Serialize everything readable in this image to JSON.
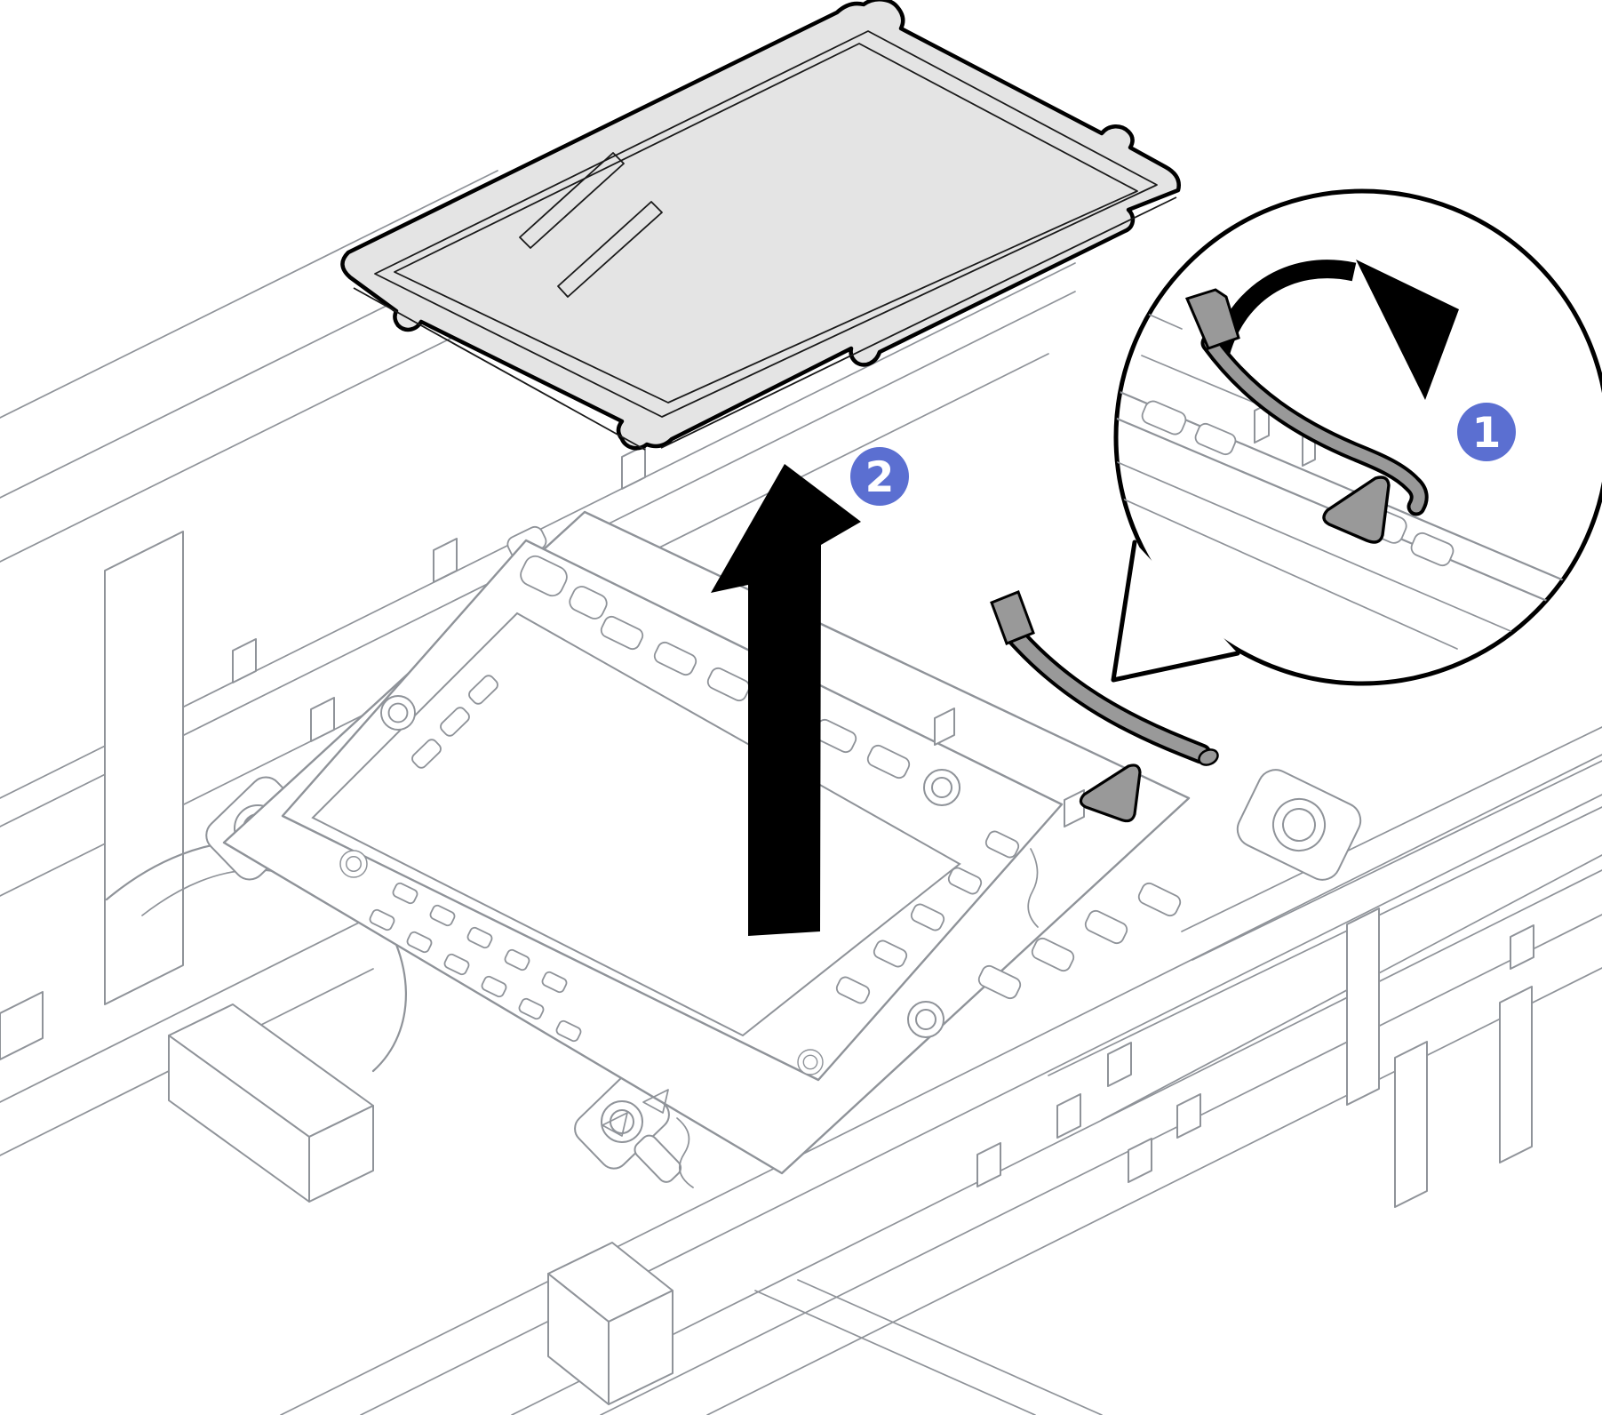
{
  "figure": {
    "kind": "hardware-maintenance-illustration",
    "description": "Isometric technical line-art: open the carrier handle, then lift the processor carrier tray off the socket on the system board",
    "background_color": "#ffffff"
  },
  "colors": {
    "line_art": "#8f9399",
    "outline_black": "#000000",
    "tray_fill": "#e4e4e4",
    "cpu_fill": "#ffffff",
    "handle_fill": "#999999",
    "badge_fill": "#5b6fd1",
    "badge_text": "#ffffff",
    "arrow_fill": "#000000",
    "white": "#ffffff"
  },
  "steps": [
    {
      "id": "step-1",
      "label": "1",
      "action": "rotate-retention-handle-open",
      "icon": "rotate-clockwise-arrow-icon"
    },
    {
      "id": "step-2",
      "label": "2",
      "action": "lift-carrier-tray-up",
      "icon": "up-arrow-icon"
    }
  ],
  "components": {
    "tray": "processor-carrier-tray",
    "socket": "processor-socket-and-retention-frame",
    "cpu": "processor",
    "handle": "carrier-handle",
    "board": "system-board-with-dimm-slots",
    "callout": "magnified-detail-view"
  }
}
